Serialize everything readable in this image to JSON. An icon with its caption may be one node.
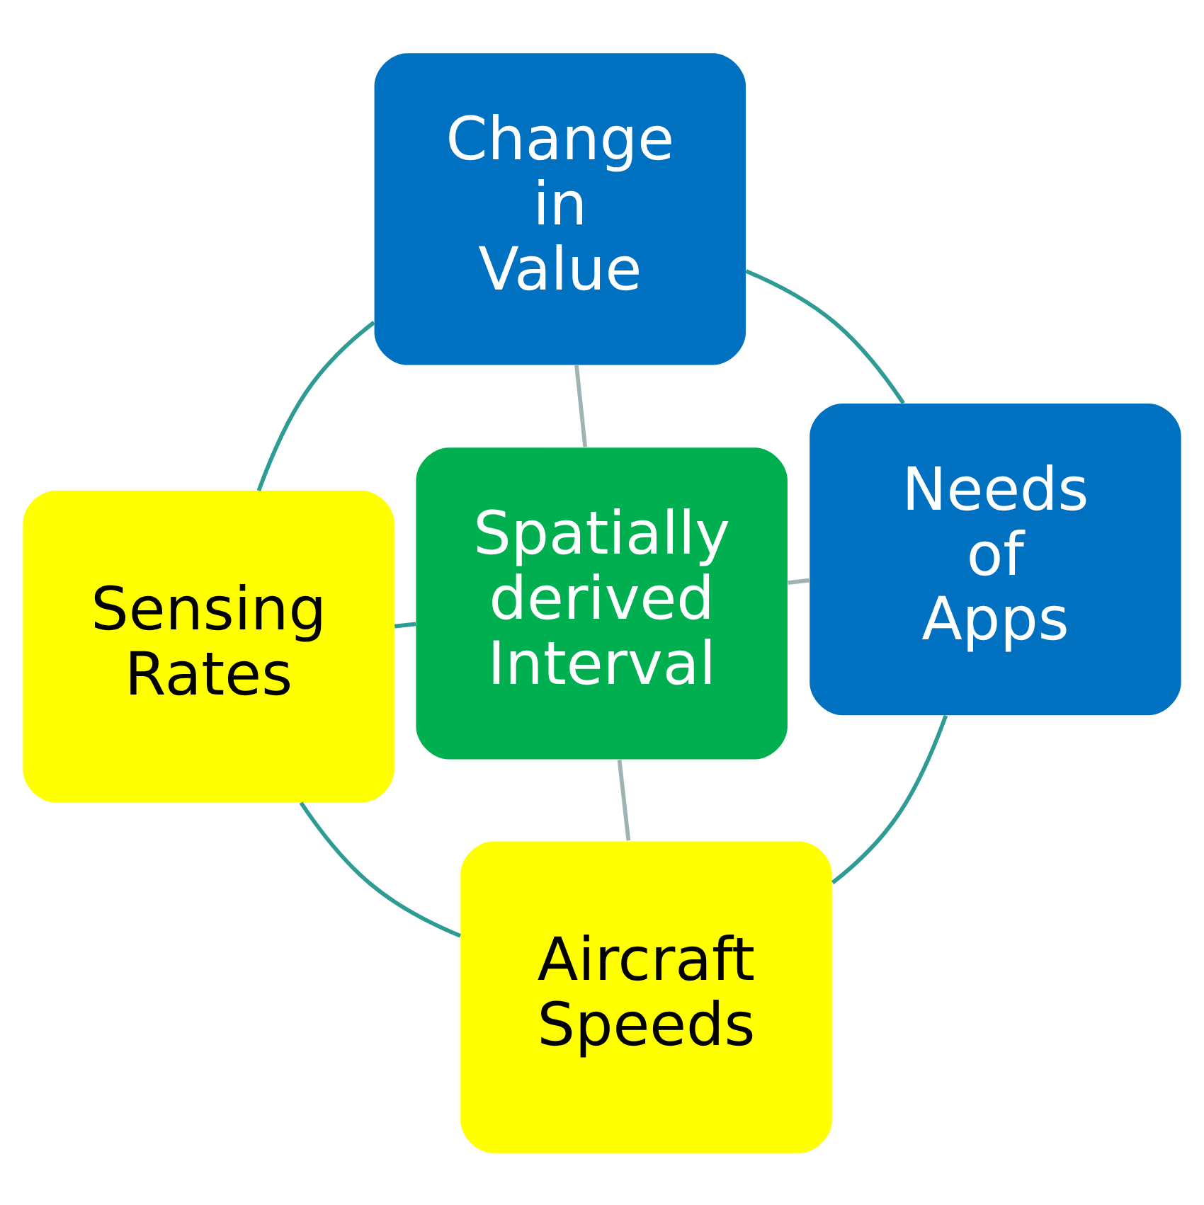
{
  "diagram": {
    "nodes": [
      {
        "text": [
          "Spatially derived Interval"
        ]
      },
      {
        "text": [
          "Sensing Rates"
        ]
      },
      {
        "text": [
          "Aircraft Speeds"
        ]
      },
      {
        "text": [
          "Change in Value"
        ]
      },
      {
        "text": [
          "Needs of Apps"
        ]
      }
    ],
    "edges": [
      {
        "from": 0,
        "to": 1,
        "arrow": "none"
      },
      {
        "from": 0,
        "to": 2,
        "arrow": "none",
        "color": "#9fb3b3"
      },
      {
        "from": 0,
        "to": 3,
        "arrow": "none",
        "color": "#9fb3b3"
      },
      {
        "from": 0,
        "to": 4,
        "arrow": "none",
        "color": "#9fb3b3"
      },
      {
        "from": 1,
        "to": 2,
        "arrow": "none"
      },
      {
        "from": 2,
        "to": 4,
        "arrow": "none"
      },
      {
        "from": 3,
        "to": 4,
        "arrow": "none"
      },
      {
        "from": 1,
        "to": 3,
        "arrow": "none"
      }
    ]
  }
}
